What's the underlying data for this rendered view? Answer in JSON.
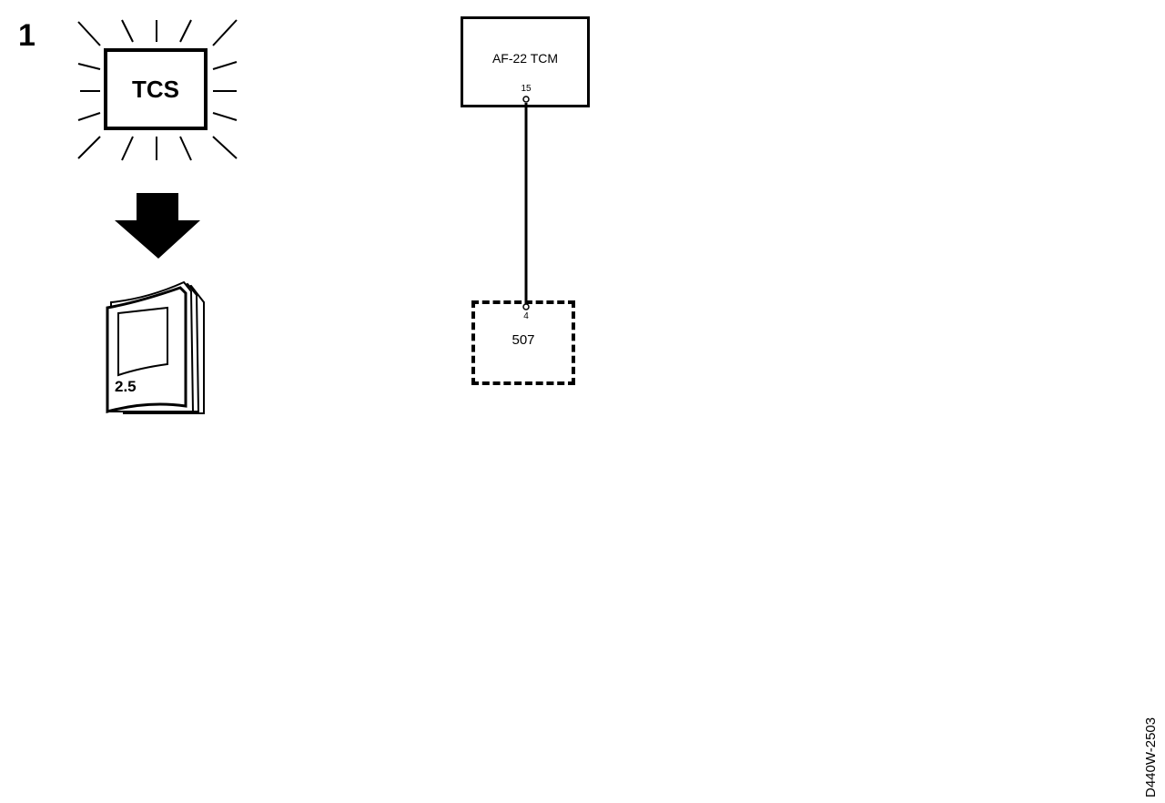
{
  "step": {
    "number": "1"
  },
  "indicator": {
    "label": "TCS",
    "icon": "warning-lamp-icon"
  },
  "arrow": {
    "icon": "arrow-down-icon"
  },
  "manual": {
    "icon": "service-manual-icon",
    "label": "2.5"
  },
  "control_module": {
    "label": "AF-22 TCM",
    "pin": "15"
  },
  "connected_unit": {
    "label": "507",
    "pin": "4"
  },
  "document_id": "D440W-2503"
}
